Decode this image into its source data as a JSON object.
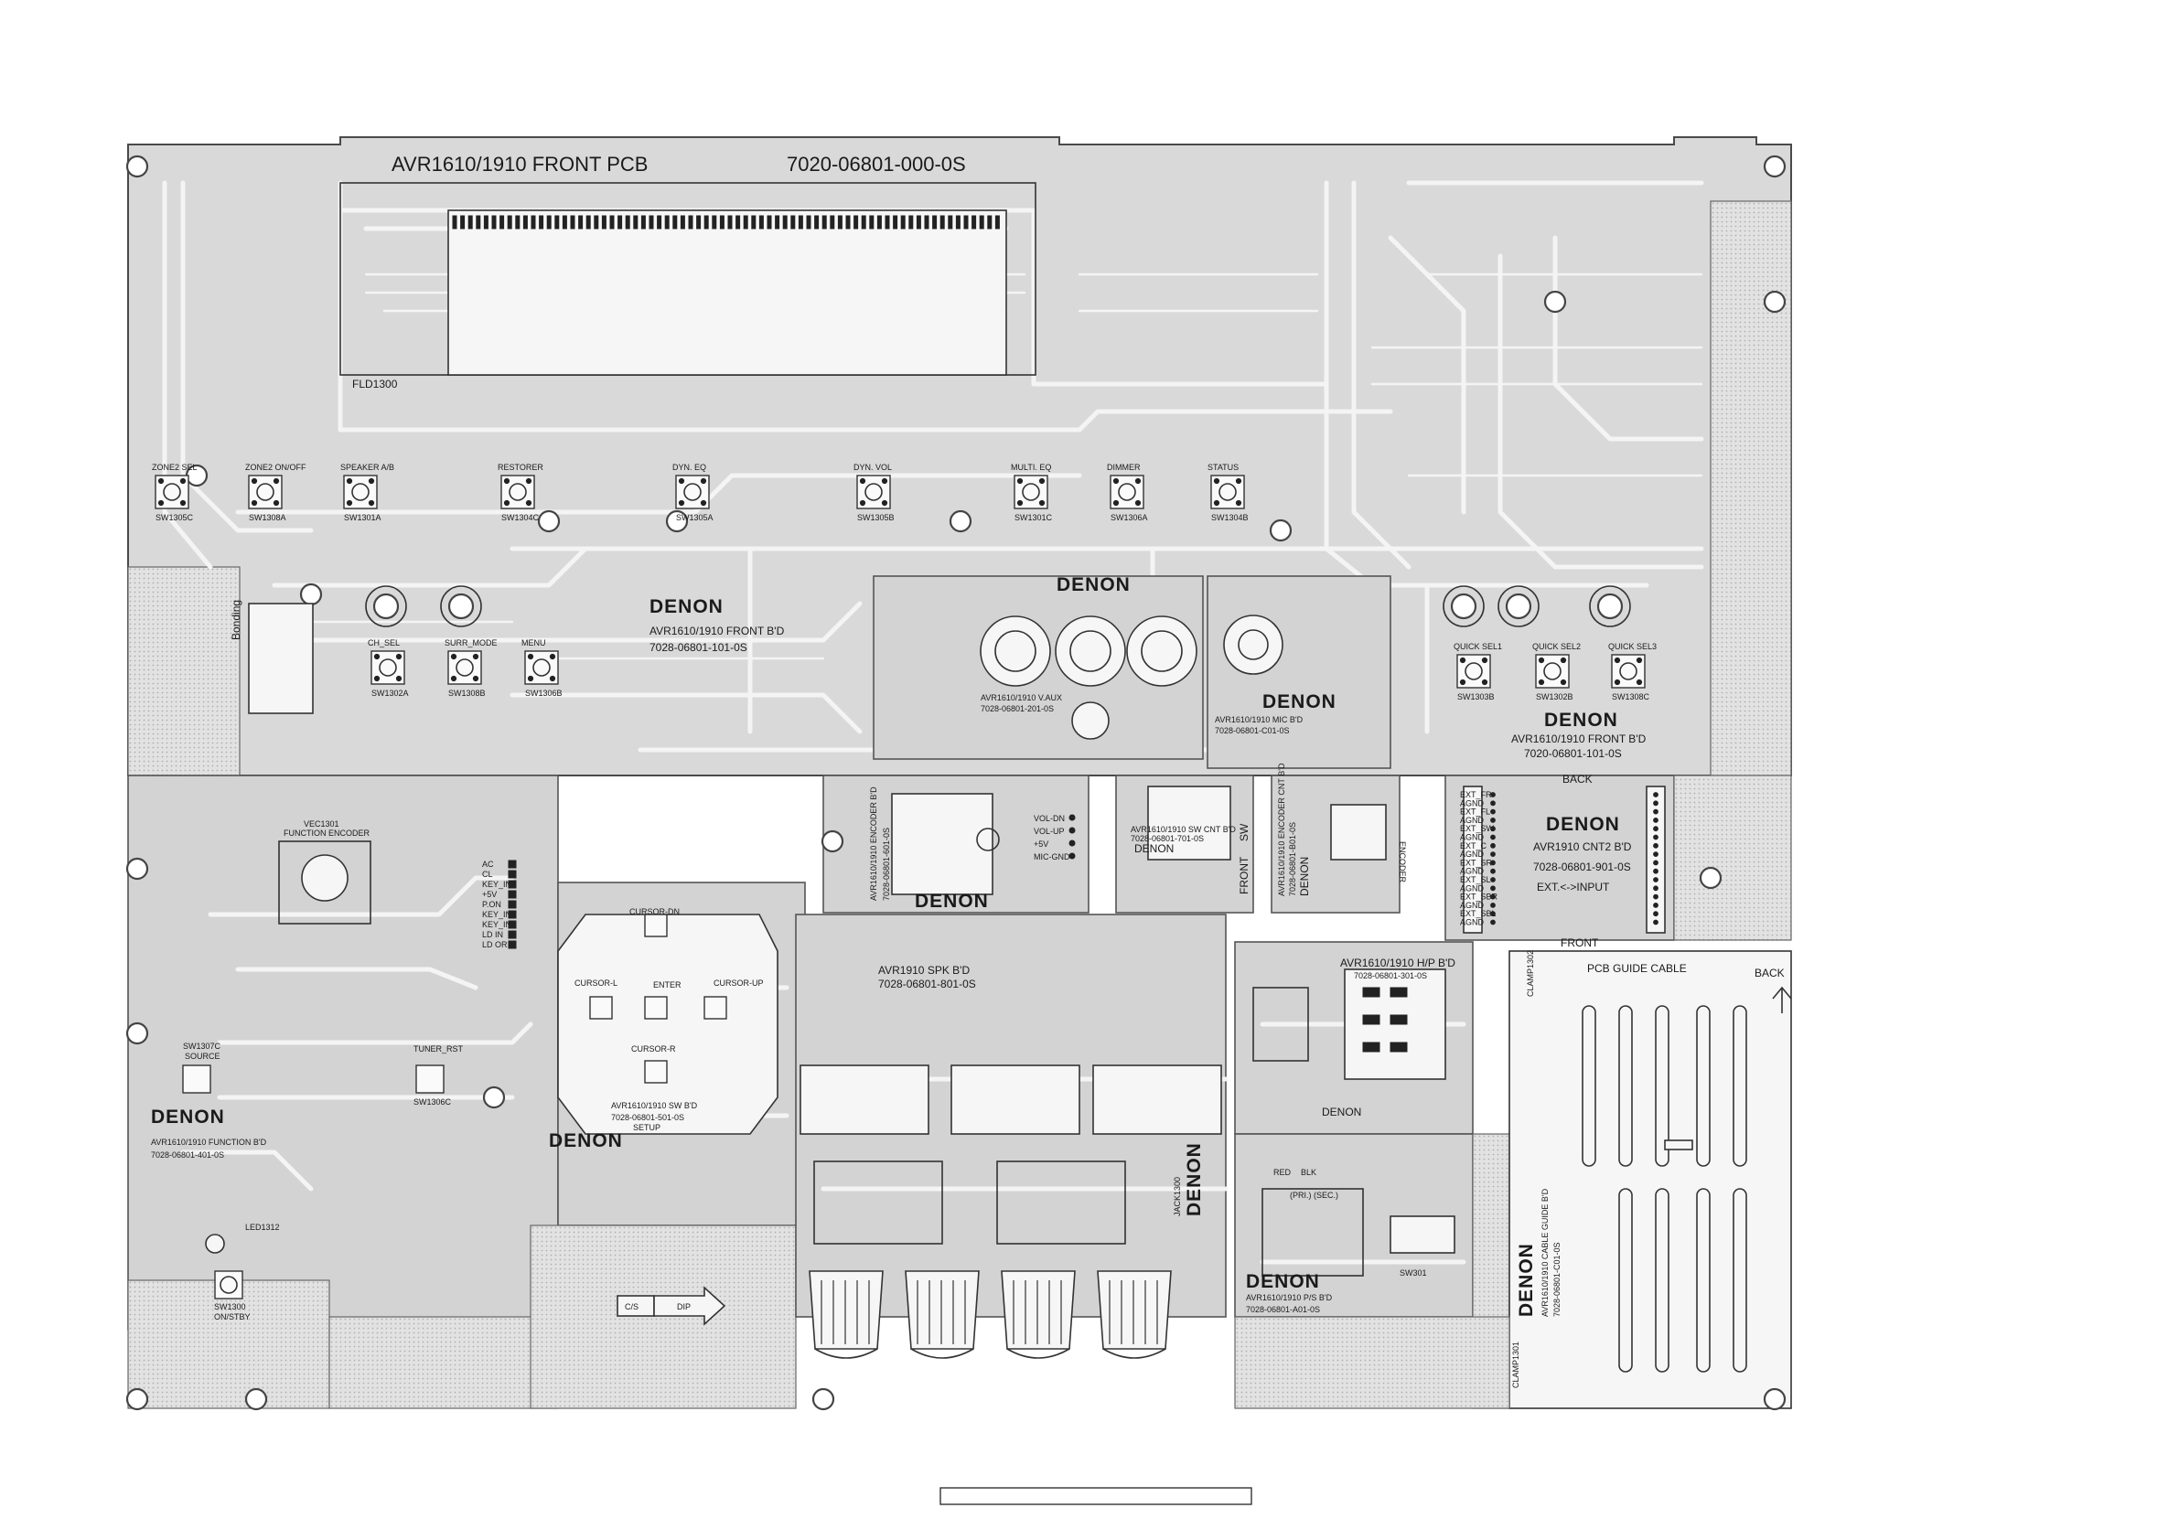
{
  "title": {
    "board_name": "AVR1610/1910 FRONT PCB",
    "part_number": "7020-06801-000-0S"
  },
  "brand": "DENON",
  "boards": {
    "front_main": {
      "name": "AVR1610/1910 FRONT B'D",
      "code": "7028-06801-101-0S"
    },
    "front_right": {
      "name": "AVR1610/1910 FRONT B'D",
      "code": "7020-06801-101-0S"
    },
    "fld": "FLD1300",
    "mic": {
      "name": "AVR1610/1910 MIC B'D",
      "code": "7028-06801-C01-0S"
    },
    "vaux": {
      "name": "AVR1610/1910 V.AUX",
      "code": "7028-06801-201-0S"
    },
    "function": {
      "name": "AVR1610/1910 FUNCTION B'D",
      "code": "7028-06801-401-0S"
    },
    "sw": {
      "name": "AVR1610/1910 SW B'D",
      "code": "7028-06801-501-0S"
    },
    "spk": {
      "name": "AVR1910 SPK B'D",
      "code": "7028-06801-801-0S"
    },
    "hp": {
      "name": "AVR1610/1910 H/P B'D",
      "code": "7028-06801-301-0S"
    },
    "ps": {
      "name": "AVR1610/1910 P/S B'D",
      "code": "7028-06801-A01-0S"
    },
    "cnt2": {
      "name": "AVR1910 CNT2 B'D",
      "code": "7028-06801-901-0S",
      "note": "EXT.<->INPUT"
    },
    "encoder": {
      "name": "AVR1610/1910 ENCODER B'D",
      "code": "7028-06801-601-0S"
    },
    "sw_cnt": {
      "name": "AVR1610/1910 SW CNT B'D",
      "code": "7028-06801-701-0S"
    },
    "encoder_cnt": {
      "name": "AVR1610/1910 ENCODER CNT B'D",
      "code": "7028-06801-B01-0S"
    },
    "cable_guide": {
      "name": "AVR1610/1910 CABLE GUIDE B'D",
      "code": "7028-06801-C01-0S"
    }
  },
  "buttons_top": [
    {
      "label": "ZONE2 SEL",
      "ref": "SW1305C"
    },
    {
      "label": "ZONE2 ON/OFF",
      "ref": "SW1308A"
    },
    {
      "label": "SPEAKER A/B",
      "ref": "SW1301A"
    },
    {
      "label": "RESTORER",
      "ref": "SW1304C"
    },
    {
      "label": "DYN. EQ",
      "ref": "SW1305A"
    },
    {
      "label": "DYN. VOL",
      "ref": "SW1305B"
    },
    {
      "label": "MULTI. EQ",
      "ref": "SW1301C"
    },
    {
      "label": "DIMMER",
      "ref": "SW1306A"
    },
    {
      "label": "STATUS",
      "ref": "SW1304B"
    }
  ],
  "buttons_mid": [
    {
      "label": "CH_SEL",
      "ref": "SW1302A"
    },
    {
      "label": "SURR_MODE",
      "ref": "SW1308B"
    },
    {
      "label": "MENU",
      "ref": "SW1306B"
    }
  ],
  "buttons_quick": [
    {
      "label": "QUICK SEL1",
      "ref": "SW1303B"
    },
    {
      "label": "QUICK SEL2",
      "ref": "SW1302B"
    },
    {
      "label": "QUICK SEL3",
      "ref": "SW1308C"
    }
  ],
  "labels": {
    "function_encoder": "FUNCTION ENCODER",
    "vec1301": "VEC1301",
    "source": "SOURCE",
    "sw1307c": "SW1307C",
    "tuner_rst": "TUNER_RST",
    "sw1306c": "SW1306C",
    "on_standby": "ON/STBY",
    "sw1300": "SW1300",
    "led1312": "LED1312",
    "back": "BACK",
    "front": "FRONT",
    "pcb_guide_cable": "PCB GUIDE CABLE",
    "back_arrow": "BACK",
    "bonding": "Bonding",
    "cs": "C/S",
    "dip": "DIP",
    "red": "RED",
    "blk": "BLK",
    "pri_sec": "(PRI.) (SEC.)",
    "sw301": "SW301",
    "jack1300": "JACK1300",
    "clamp1302": "CLAMP1302",
    "clamp1301": "CLAMP1301",
    "front_v": "FRONT",
    "sw_v": "SW",
    "encoder_v": "ENCODER",
    "cursor_up": "CURSOR-UP",
    "cursor_dn": "CURSOR-DN",
    "cursor_l": "CURSOR-L",
    "cursor_r": "CURSOR-R",
    "enter": "ENTER",
    "setup": "SETUP"
  },
  "cnt2_pins": [
    "EXT_FR",
    "AGND",
    "EXT_FL",
    "AGND",
    "EXT_SW",
    "AGND",
    "EXT_C",
    "AGND",
    "EXT_SR",
    "AGND",
    "EXT_SL",
    "AGND",
    "EXT_SBR",
    "AGND",
    "EXT_SBL",
    "AGND"
  ],
  "cn1301_pins": [
    "VOL-DN",
    "VOL-UP",
    "+5V",
    "MIC-GND"
  ],
  "func_pins": [
    "AC",
    "CL",
    "KEY_IN3",
    "+5V",
    "P.ON",
    "KEY_IN1",
    "KEY_IN2",
    "LD IN",
    "LD OR"
  ]
}
